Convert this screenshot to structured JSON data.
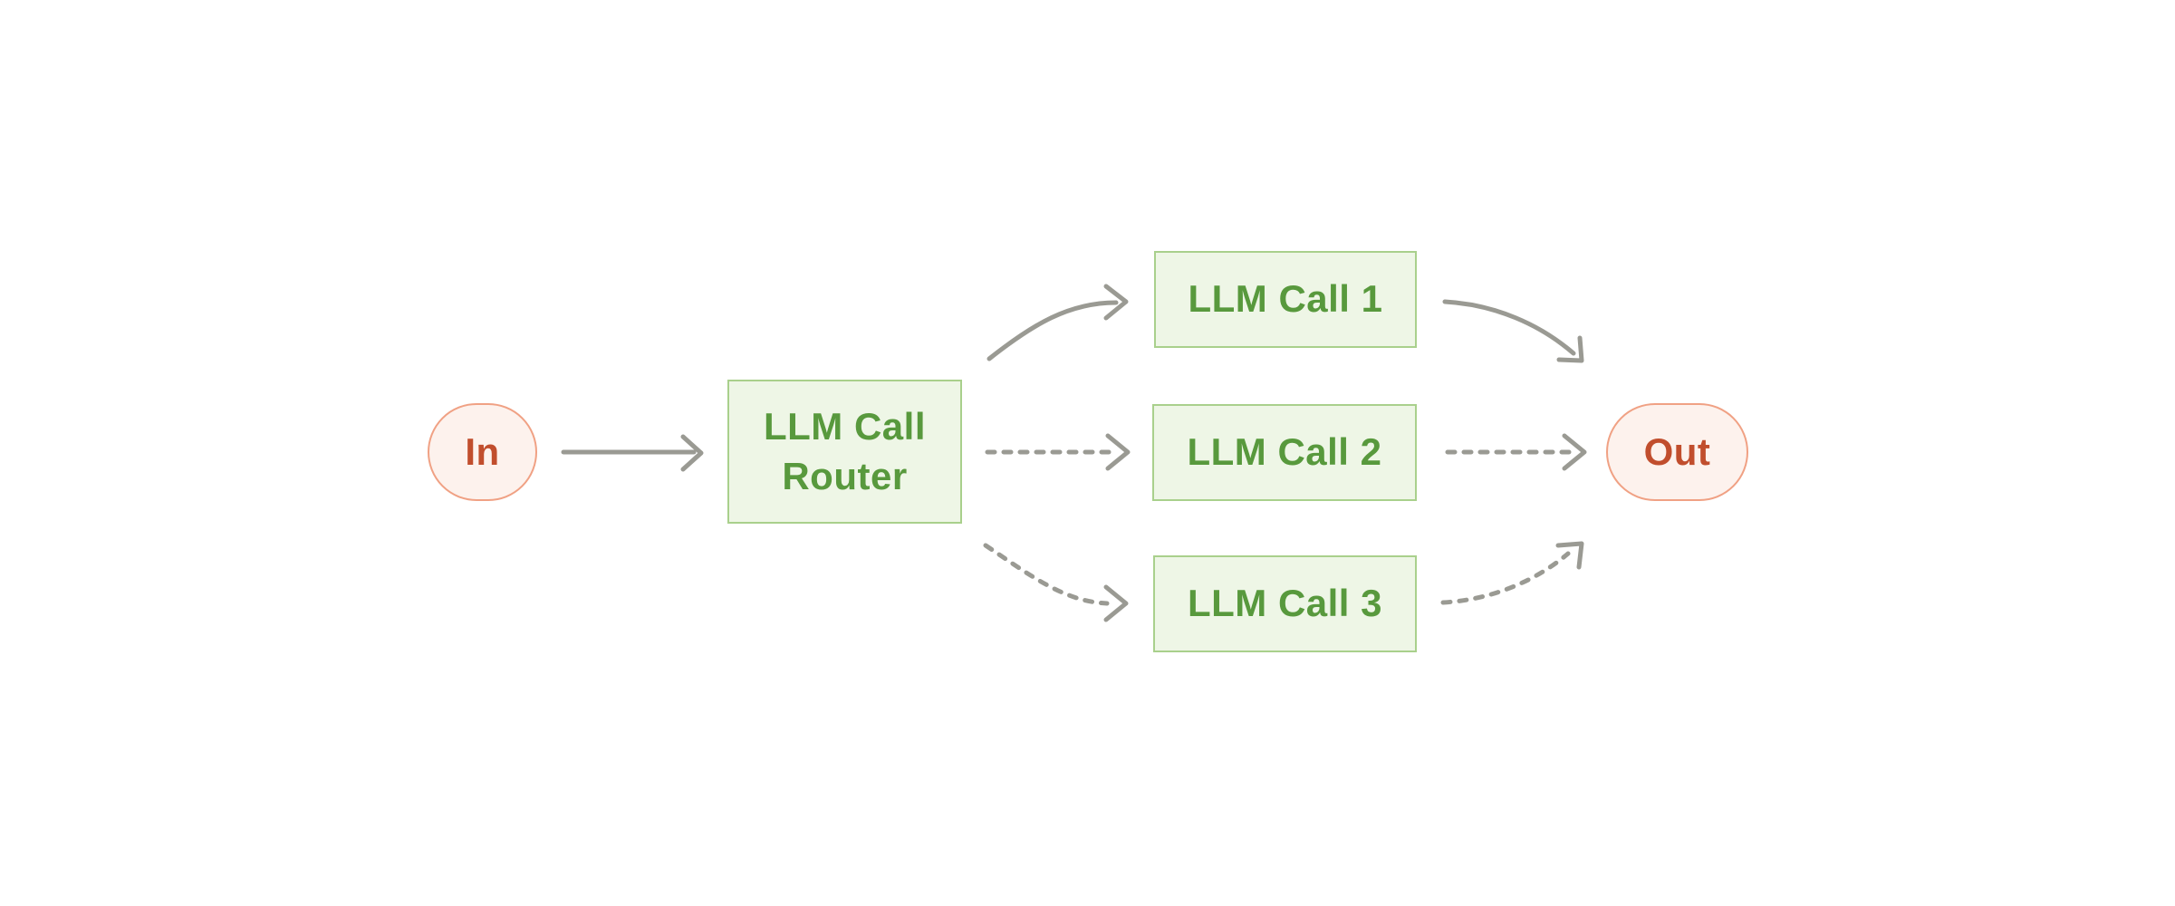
{
  "diagram": {
    "nodes": {
      "in": {
        "label": "In",
        "type": "terminal"
      },
      "router": {
        "label": "LLM Call Router",
        "type": "process"
      },
      "call1": {
        "label": "LLM Call 1",
        "type": "process"
      },
      "call2": {
        "label": "LLM Call 2",
        "type": "process"
      },
      "call3": {
        "label": "LLM Call 3",
        "type": "process"
      },
      "out": {
        "label": "Out",
        "type": "terminal"
      }
    },
    "edges": [
      {
        "from": "In",
        "to": "LLM Call Router",
        "style": "solid"
      },
      {
        "from": "LLM Call Router",
        "to": "LLM Call 1",
        "style": "solid"
      },
      {
        "from": "LLM Call Router",
        "to": "LLM Call 2",
        "style": "dashed"
      },
      {
        "from": "LLM Call Router",
        "to": "LLM Call 3",
        "style": "dashed"
      },
      {
        "from": "LLM Call 1",
        "to": "Out",
        "style": "solid"
      },
      {
        "from": "LLM Call 2",
        "to": "Out",
        "style": "dashed"
      },
      {
        "from": "LLM Call 3",
        "to": "Out",
        "style": "dashed"
      }
    ],
    "colors": {
      "process_fill": "#eef6e6",
      "process_border": "#a9d08c",
      "process_text": "#58993d",
      "terminal_fill": "#fdf2ed",
      "terminal_border": "#f0a184",
      "terminal_text": "#c14e2d",
      "arrow": "#9a9a93",
      "canvas_bg": "#ffffff"
    }
  }
}
